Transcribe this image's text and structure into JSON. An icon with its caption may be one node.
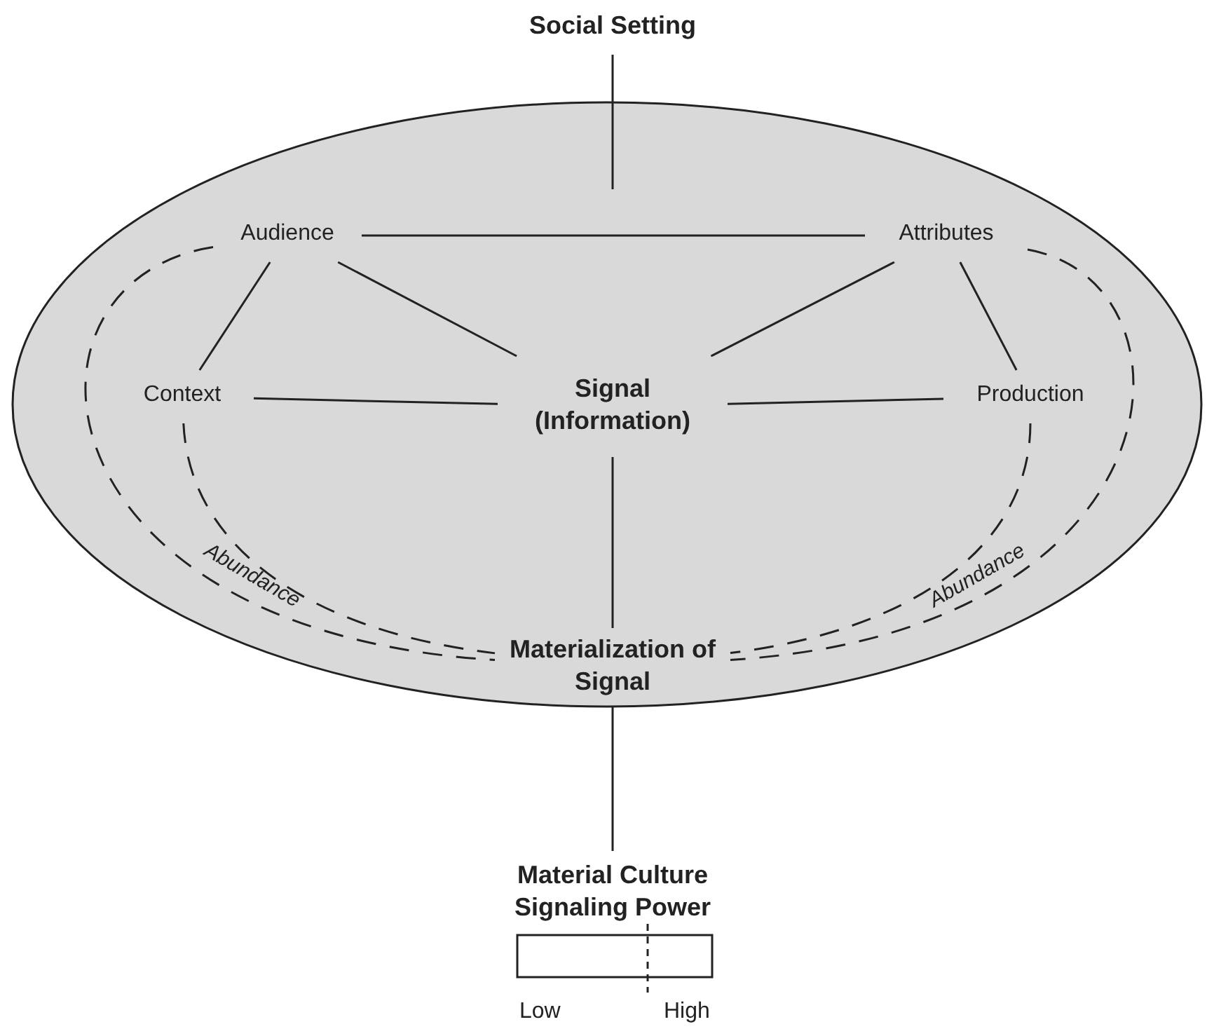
{
  "diagram": {
    "nodes": [
      {
        "text": [
          "Social Setting"
        ]
      },
      {
        "text": [],
        "shape": "ellipse"
      },
      {
        "text": [
          "Audience"
        ],
        "in": 1
      },
      {
        "text": [
          "Attributes"
        ],
        "in": 1
      },
      {
        "text": [
          "Context"
        ],
        "in": 1
      },
      {
        "text": [
          "Signal (Information)"
        ],
        "in": 1
      },
      {
        "text": [
          "Production"
        ],
        "in": 1
      },
      {
        "text": [
          "Materialization of Signal"
        ],
        "in": 1
      },
      {
        "text": [
          "Material Culture Signaling Power"
        ]
      }
    ],
    "edges": [
      {
        "from": 0,
        "to": null,
        "arrow": "none"
      },
      {
        "from": 2,
        "to": 3,
        "arrow": "none"
      },
      {
        "from": 2,
        "to": 4,
        "arrow": "none"
      },
      {
        "from": 2,
        "to": 5,
        "arrow": "none"
      },
      {
        "from": 4,
        "to": 5,
        "arrow": "none"
      },
      {
        "from": 3,
        "to": 5,
        "arrow": "none"
      },
      {
        "from": 3,
        "to": 6,
        "arrow": "none"
      },
      {
        "from": 5,
        "to": 6,
        "arrow": "none"
      },
      {
        "from": 5,
        "to": 7,
        "arrow": "none"
      },
      {
        "from": 7,
        "to": 8,
        "arrow": "none"
      },
      {
        "from": 2,
        "to": 7,
        "arrow": "none",
        "style": "dashed"
      },
      {
        "from": 4,
        "to": 7,
        "arrow": "none",
        "style": "dashed"
      },
      {
        "from": 3,
        "to": 7,
        "arrow": "none",
        "style": "dashed"
      },
      {
        "from": 6,
        "to": 7,
        "arrow": "none",
        "style": "dashed"
      }
    ],
    "labels": [
      "Abundance",
      "Abundance",
      "Low",
      "High"
    ]
  }
}
